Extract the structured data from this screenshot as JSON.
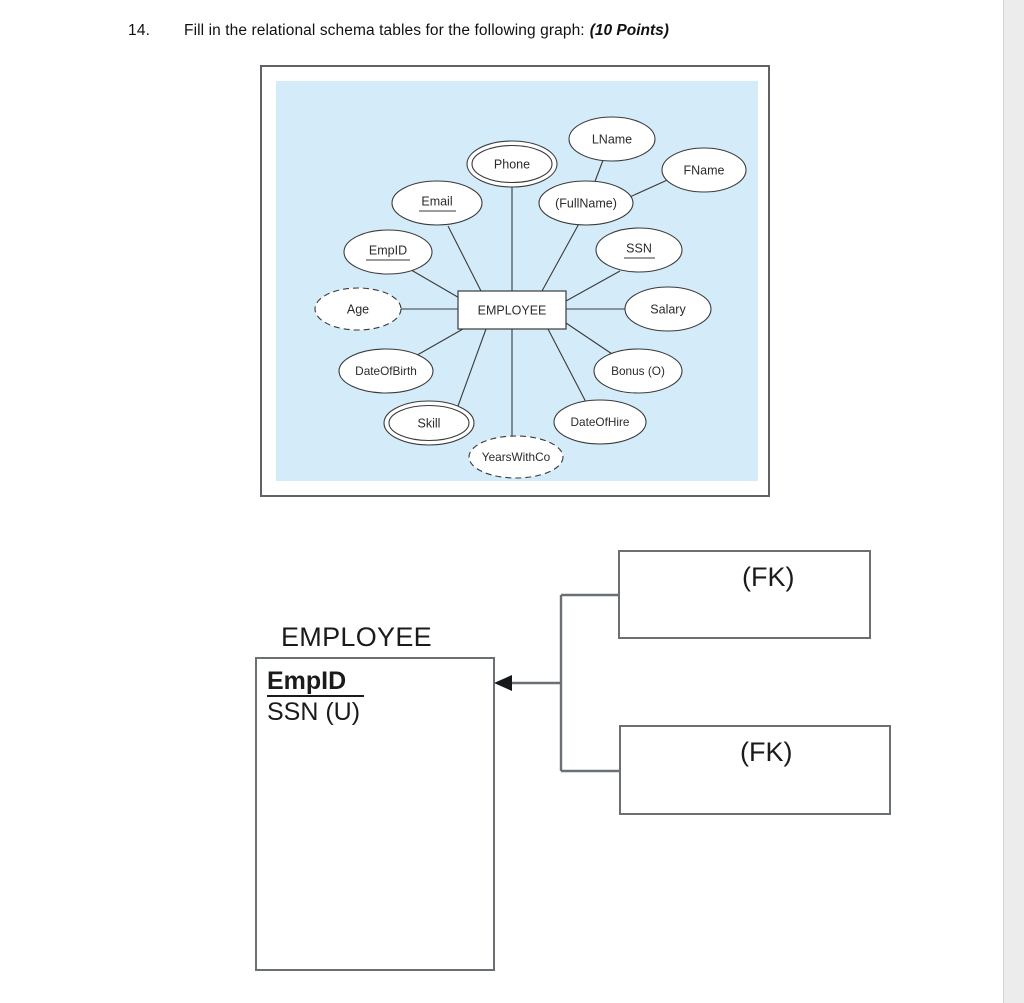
{
  "question": {
    "number": "14.",
    "text": "Fill in the relational schema tables for the following graph:",
    "points": "(10 Points)"
  },
  "er_diagram": {
    "entity": "EMPLOYEE",
    "background_color": "#d4ecf9",
    "attributes": [
      {
        "label": "Phone",
        "kind": "multivalued"
      },
      {
        "label": "LName",
        "kind": "simple"
      },
      {
        "label": "FName",
        "kind": "simple"
      },
      {
        "label": "(FullName)",
        "kind": "composite"
      },
      {
        "label": "Email",
        "kind": "key"
      },
      {
        "label": "EmpID",
        "kind": "key"
      },
      {
        "label": "SSN",
        "kind": "key"
      },
      {
        "label": "Age",
        "kind": "derived"
      },
      {
        "label": "Salary",
        "kind": "simple"
      },
      {
        "label": "DateOfBirth",
        "kind": "simple"
      },
      {
        "label": "Bonus (O)",
        "kind": "simple"
      },
      {
        "label": "Skill",
        "kind": "multivalued"
      },
      {
        "label": "DateOfHire",
        "kind": "simple"
      },
      {
        "label": "YearsWithCo",
        "kind": "derived"
      }
    ]
  },
  "schema": {
    "employee_table": {
      "title": "EMPLOYEE",
      "primary_key": "EmpID",
      "unique_attribute": "SSN (U)"
    },
    "fk_tables": [
      {
        "label": "(FK)"
      },
      {
        "label": "(FK)"
      }
    ]
  }
}
